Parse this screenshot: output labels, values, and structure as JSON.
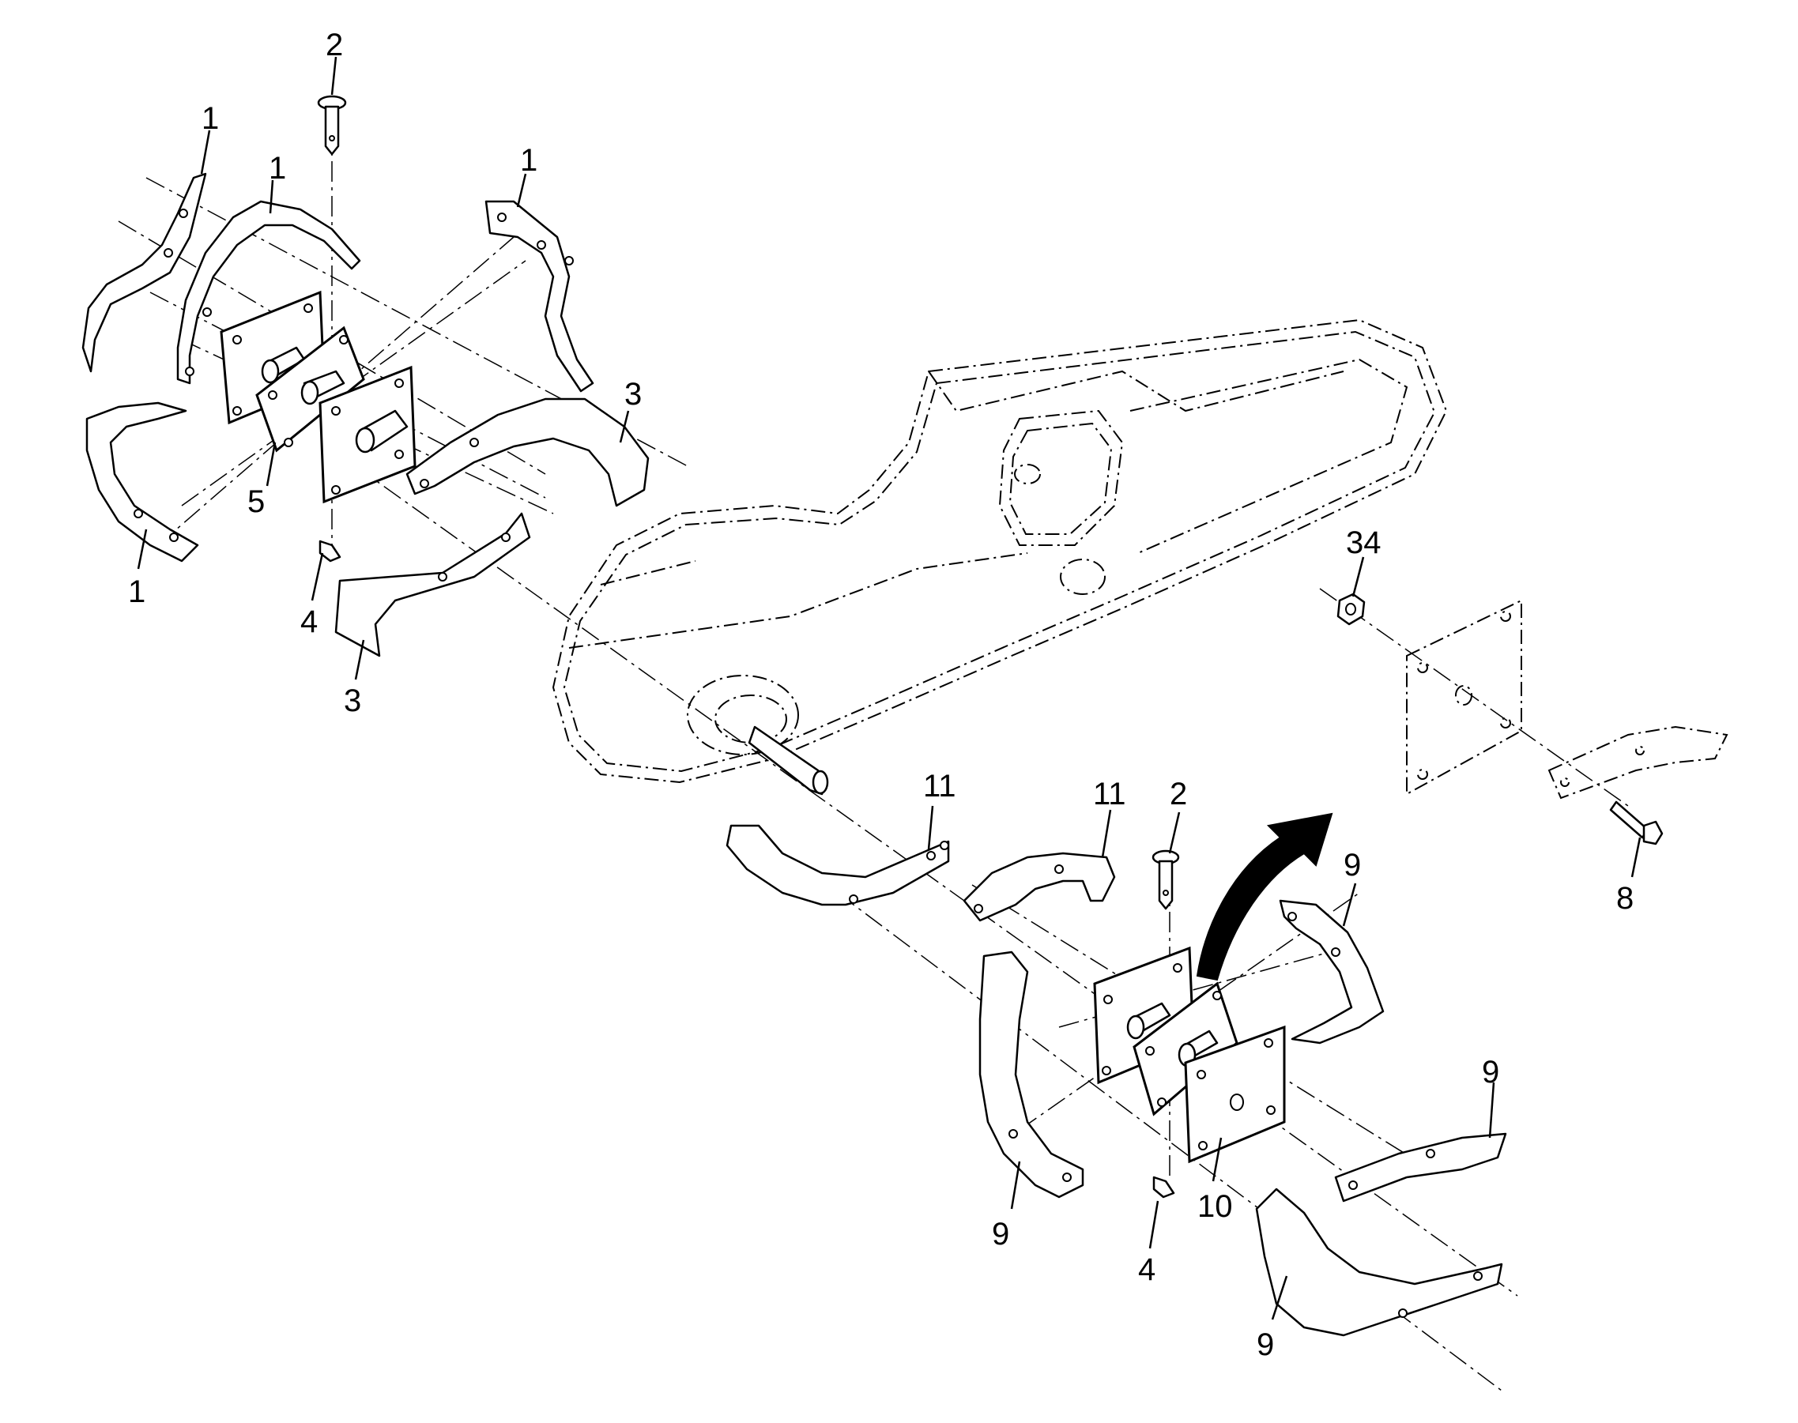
{
  "callouts": {
    "c_2_top": "2",
    "c_1_a": "1",
    "c_1_b": "1",
    "c_1_c": "1",
    "c_3_a": "3",
    "c_5": "5",
    "c_1_d": "1",
    "c_4_a": "4",
    "c_3_b": "3",
    "c_34": "34",
    "c_11_a": "11",
    "c_11_b": "11",
    "c_2_mid": "2",
    "c_9_a": "9",
    "c_8": "8",
    "c_9_b": "9",
    "c_9_c": "9",
    "c_10": "10",
    "c_4_b": "4",
    "c_9_d": "9"
  },
  "icons": {
    "rotation": "curved-arrow-icon"
  },
  "colors": {
    "line": "#000000",
    "background": "#ffffff"
  }
}
